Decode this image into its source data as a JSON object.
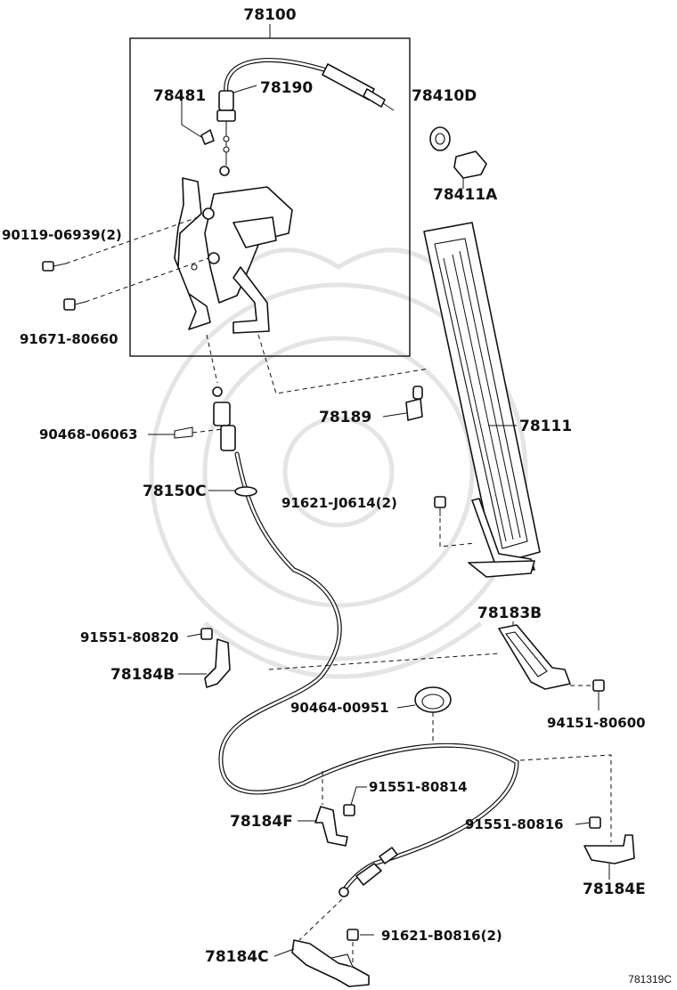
{
  "assembly_label": "78100",
  "labels": [
    {
      "id": "78190",
      "text": "78190"
    },
    {
      "id": "78481",
      "text": "78481"
    },
    {
      "id": "78410D",
      "text": "78410D"
    },
    {
      "id": "78411A",
      "text": "78411A"
    },
    {
      "id": "90119-06939",
      "text": "90119-06939(2)"
    },
    {
      "id": "91671-80660",
      "text": "91671-80660"
    },
    {
      "id": "90468-06063",
      "text": "90468-06063"
    },
    {
      "id": "78189",
      "text": "78189"
    },
    {
      "id": "78111",
      "text": "78111"
    },
    {
      "id": "78150C",
      "text": "78150C"
    },
    {
      "id": "91621-J0614",
      "text": "91621-J0614(2)"
    },
    {
      "id": "91551-80820",
      "text": "91551-80820"
    },
    {
      "id": "78183B",
      "text": "78183B"
    },
    {
      "id": "78184B",
      "text": "78184B"
    },
    {
      "id": "90464-00951",
      "text": "90464-00951"
    },
    {
      "id": "94151-80600",
      "text": "94151-80600"
    },
    {
      "id": "91551-80814",
      "text": "91551-80814"
    },
    {
      "id": "78184F",
      "text": "78184F"
    },
    {
      "id": "91551-80816",
      "text": "91551-80816"
    },
    {
      "id": "78184E",
      "text": "78184E"
    },
    {
      "id": "91621-B0816",
      "text": "91621-B0816(2)"
    },
    {
      "id": "78184C",
      "text": "78184C"
    }
  ],
  "diagram_ref": "781319C"
}
